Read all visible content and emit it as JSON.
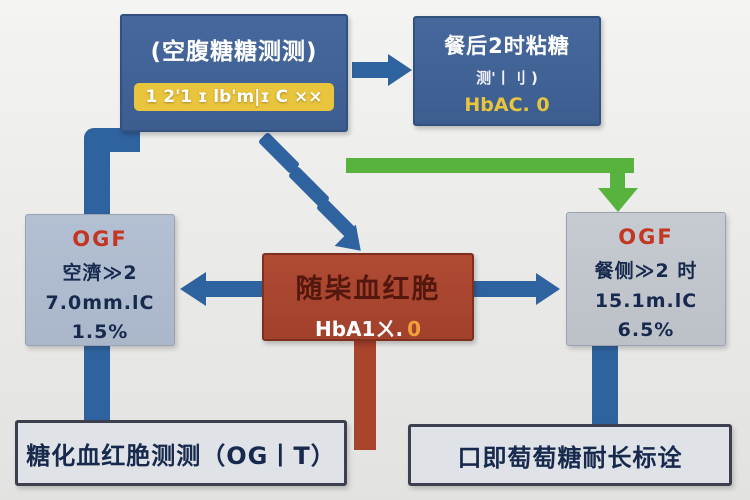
{
  "colors": {
    "blue_box": "#46689c",
    "blue_arrow": "#2f639f",
    "green": "#57b23e",
    "yellow": "#e9c53d",
    "red_box": "#b04a33",
    "red_pipe": "#a8432c",
    "red_dark": "#54170d",
    "accent_orange": "#f0a13a",
    "gray_left": "#b3c0d3",
    "gray_right": "#c6cad1",
    "bottom_box": "#dfe2e7",
    "navy": "#17294d",
    "ogf_red": "#c23622"
  },
  "boxes": {
    "fasting": {
      "title": "(空腹糖糖测测)",
      "badge": "1 2'1 ɪ lb'm|ɪ C ××"
    },
    "postprandial": {
      "title": "餐后2时粘糖",
      "subtitle": "测'丨刂 )",
      "value": "HbAC. 0"
    },
    "left_panel": {
      "title": "OGF",
      "line1": "空濟≫2",
      "line2": "7.0mm.lC",
      "line3": "1.5%"
    },
    "center": {
      "title": "随枈血红脃",
      "value_main": "HbA1ㄨ.",
      "value_accent": "0"
    },
    "right_panel": {
      "title": "OGF",
      "line1": "餐侧≫2 时",
      "line2": "15.1m.lC",
      "line3": "6.5%"
    },
    "bottom_left": {
      "label": "糖化血红脃测测（OG丨T）"
    },
    "bottom_right": {
      "label": "口即萄萄糖耐长标诠"
    }
  }
}
